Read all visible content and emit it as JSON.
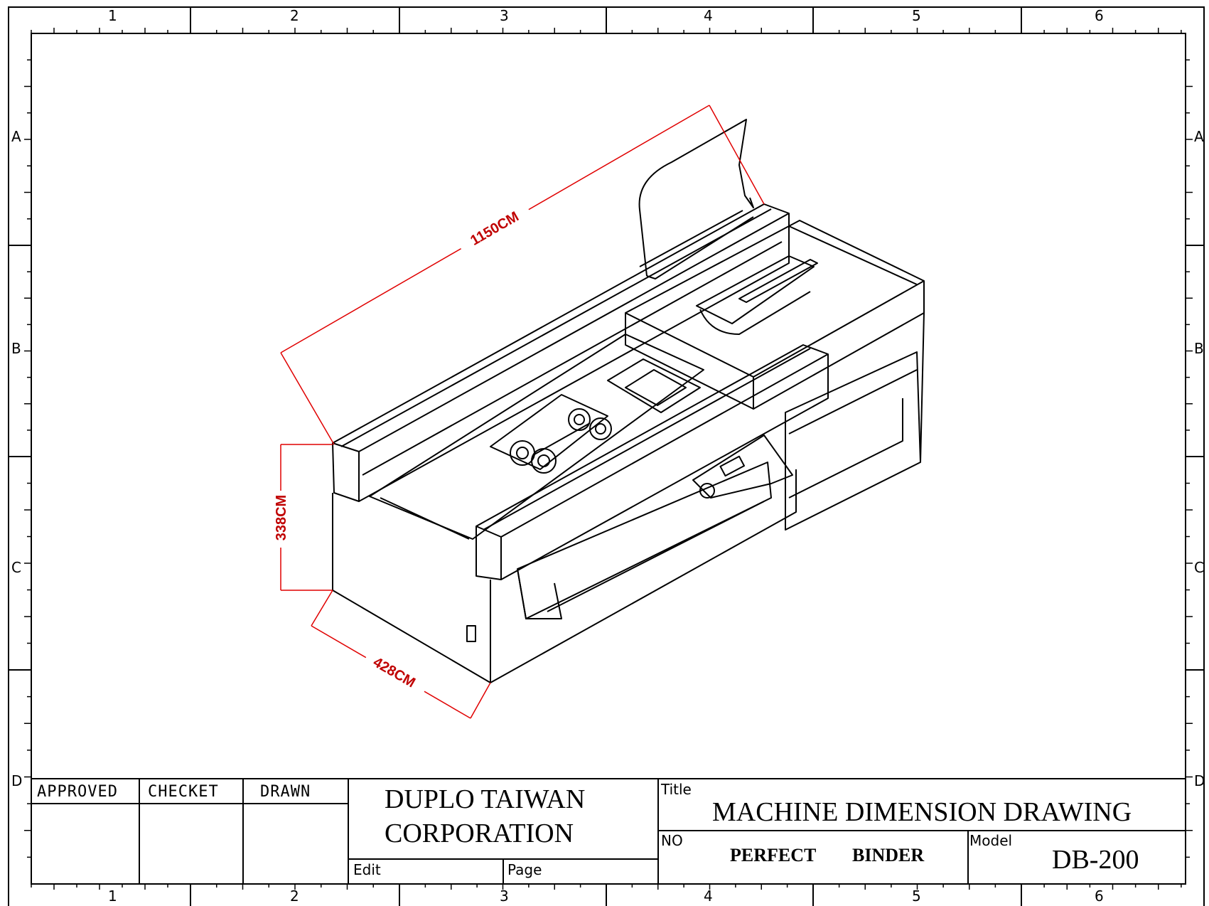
{
  "title_block": {
    "approved": "APPROVED",
    "checked": "CHECKET",
    "drawn": "DRAWN",
    "company_line1": "DUPLO TAIWAN",
    "company_line2": "CORPORATION",
    "edit": "Edit",
    "page": "Page",
    "title_label": "Title",
    "title": "MACHINE DIMENSION DRAWING",
    "no_label": "NO",
    "product_word1": "PERFECT",
    "product_word2": "BINDER",
    "model_label": "Model",
    "model": "DB-200"
  },
  "zones": {
    "columns": [
      "1",
      "2",
      "3",
      "4",
      "5",
      "6"
    ],
    "rows": [
      "A",
      "B",
      "C",
      "D"
    ]
  },
  "dimensions": {
    "length": "1150CM",
    "height": "338CM",
    "depth": "428CM"
  },
  "colors": {
    "line": "#000000",
    "dimension": "#e00000",
    "dimension_text": "#c00000"
  }
}
